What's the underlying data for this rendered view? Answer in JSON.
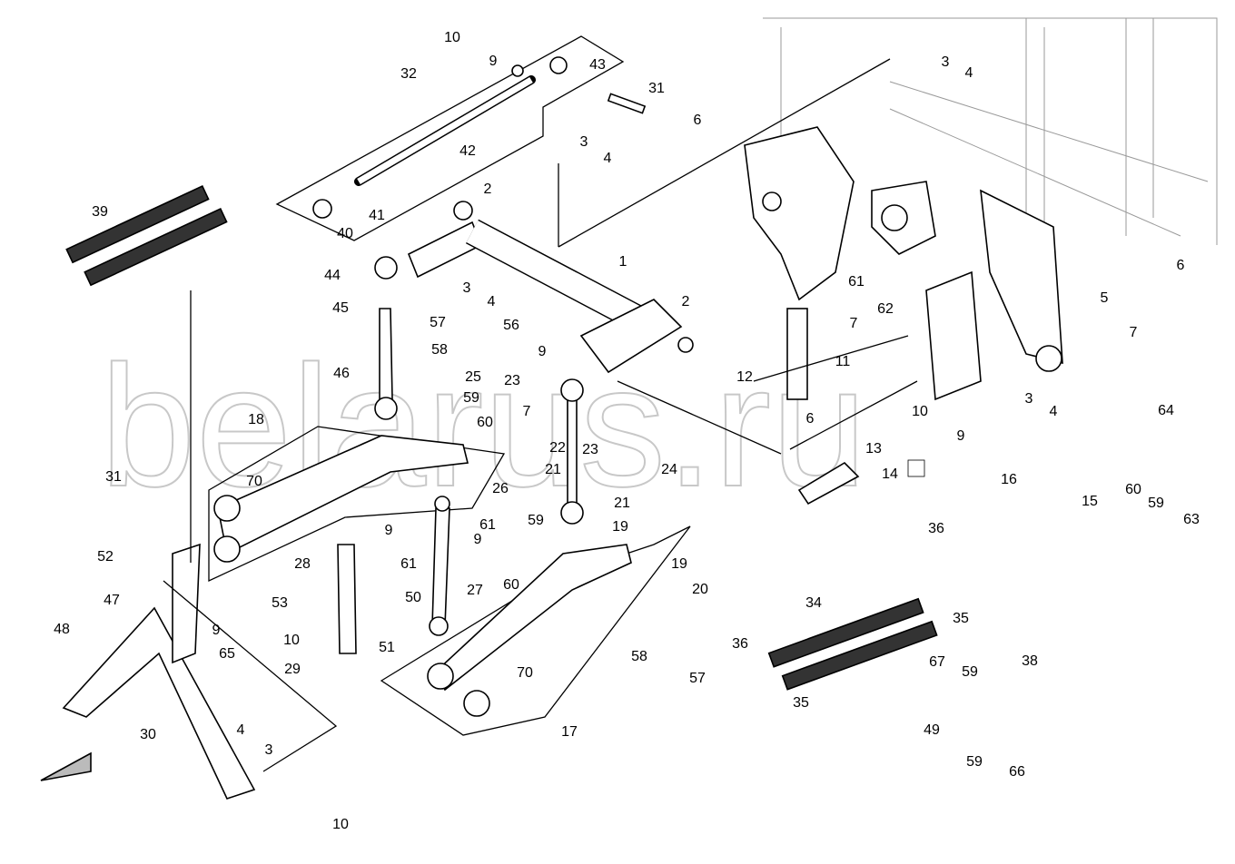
{
  "diagram": {
    "type": "exploded parts diagram",
    "watermark": "belarus.ru",
    "callouts": [
      "10",
      "9",
      "43",
      "32",
      "31",
      "3",
      "4",
      "6",
      "42",
      "2",
      "39",
      "41",
      "40",
      "44",
      "1",
      "3",
      "4",
      "45",
      "57",
      "56",
      "2",
      "58",
      "9",
      "46",
      "25",
      "23",
      "59",
      "7",
      "60",
      "22",
      "23",
      "18",
      "12",
      "11",
      "61",
      "62",
      "7",
      "6",
      "24",
      "13",
      "14",
      "3",
      "4",
      "6",
      "5",
      "7",
      "64",
      "10",
      "3",
      "4",
      "9",
      "16",
      "15",
      "60",
      "59",
      "63",
      "70",
      "31",
      "26",
      "61",
      "9",
      "61",
      "21",
      "21",
      "19",
      "9",
      "59",
      "60",
      "28",
      "50",
      "27",
      "51",
      "52",
      "53",
      "47",
      "48",
      "9",
      "10",
      "19",
      "20",
      "58",
      "57",
      "70",
      "17",
      "65",
      "29",
      "4",
      "3",
      "30",
      "10",
      "36",
      "35",
      "34",
      "36",
      "35",
      "38",
      "67",
      "59",
      "49",
      "59",
      "66"
    ]
  }
}
